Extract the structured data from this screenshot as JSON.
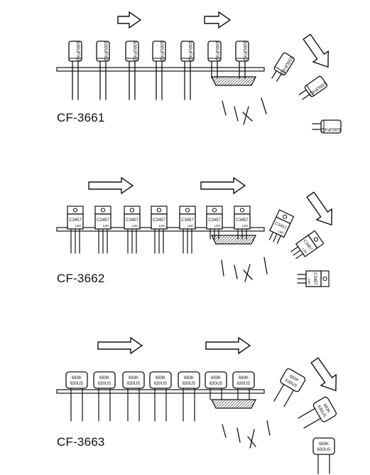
{
  "panels": [
    {
      "caption": "CF-3661",
      "kind": "capacitor",
      "body_label": "100UF/6Z",
      "component_count": 7
    },
    {
      "caption": "CF-3662",
      "kind": "transistor",
      "body_label": "C3457",
      "body_sublabel": "L6H",
      "component_count": 7
    },
    {
      "caption": "CF-3663",
      "kind": "film-capacitor",
      "body_label": "683K",
      "body_sublabel": "630US",
      "component_count": 7
    }
  ],
  "colors": {
    "ink": "#111111",
    "paper": "#ffffff"
  }
}
